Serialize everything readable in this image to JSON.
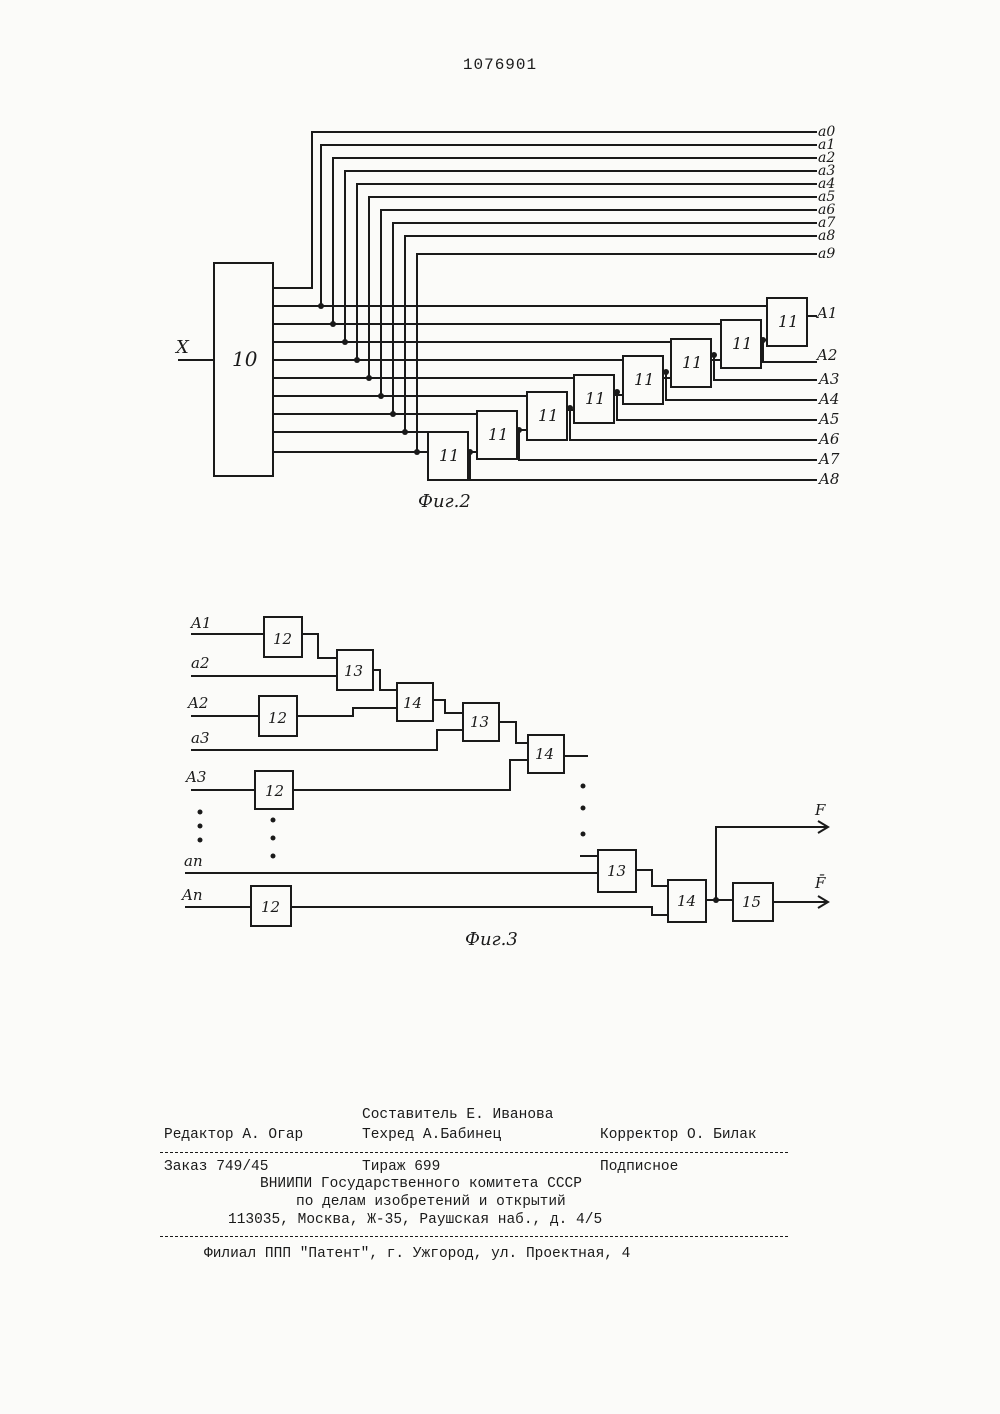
{
  "patent_number": "1076901",
  "fig2": {
    "caption": "Фиг.2",
    "input_label": "X",
    "main_block": "10",
    "cell_block": "11",
    "outputs_a": [
      "a0",
      "a1",
      "a2",
      "a3",
      "a4",
      "a5",
      "a6",
      "a7",
      "a8",
      "a9"
    ],
    "outputs_A": [
      "A1",
      "A2",
      "A3",
      "A4",
      "A5",
      "A6",
      "A7",
      "A8"
    ]
  },
  "fig3": {
    "caption": "Фиг.3",
    "inputs": [
      "A1",
      "a2",
      "A2",
      "a3",
      "A3",
      "an",
      "An"
    ],
    "blocks": {
      "b12": "12",
      "b13": "13",
      "b14": "14",
      "b15": "15"
    },
    "outputs": [
      "F",
      "F̄"
    ]
  },
  "imprint": {
    "compiler": "Составитель Е. Иванова",
    "editor": "Редактор А. Огар",
    "techred": "Техред А.Бабинец",
    "corrector": "Корректор О. Билак",
    "order": "Заказ 749/45",
    "circulation": "Тираж 699",
    "subscription": "Подписное",
    "org_line1": "ВНИИПИ Государственного комитета СССР",
    "org_line2": "по делам изобретений и открытий",
    "org_line3": "113035, Москва, Ж-35, Раушская наб., д. 4/5",
    "branch": "Филиал ППП \"Патент\", г. Ужгород, ул. Проектная, 4"
  }
}
